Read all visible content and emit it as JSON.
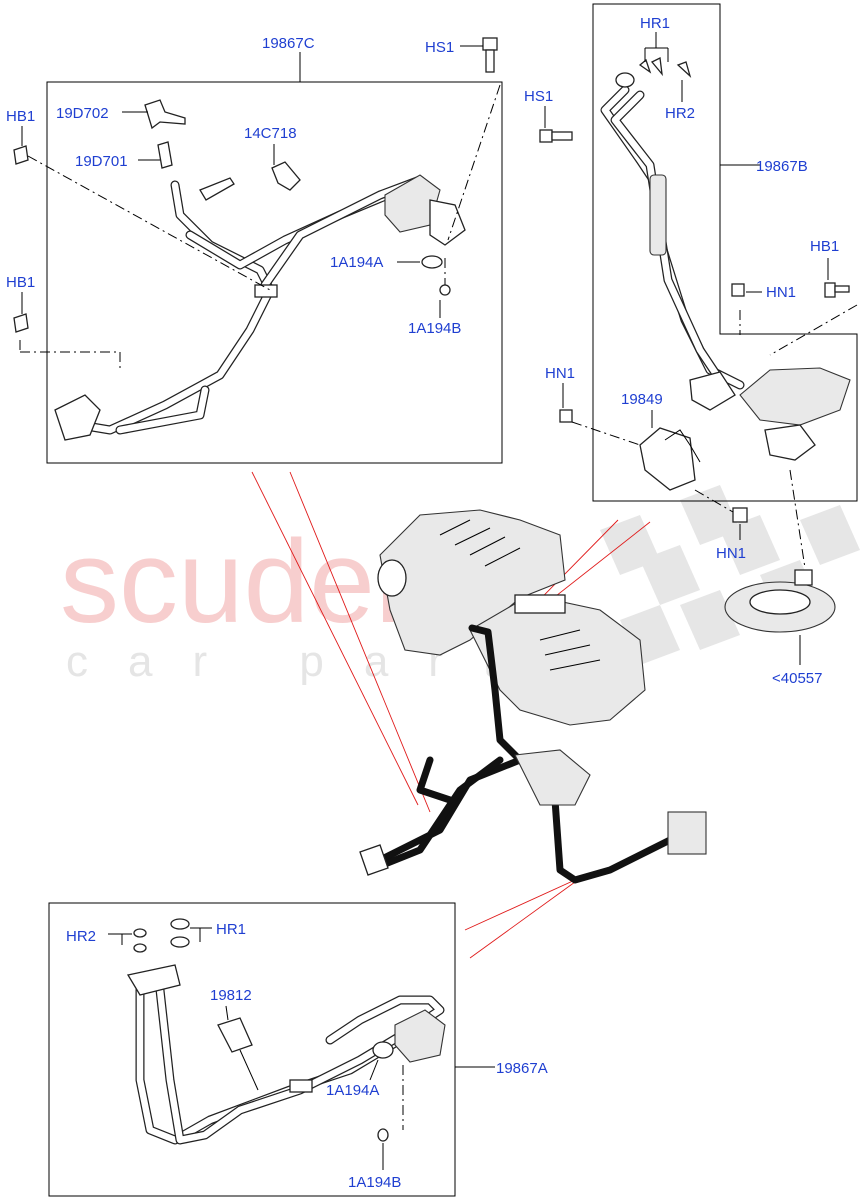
{
  "watermark": {
    "brand": "scuderia",
    "tagline": "car parts"
  },
  "callouts": {
    "c19867C": "19867C",
    "hs1_top": "HS1",
    "hb1_a": "HB1",
    "c19D702": "19D702",
    "c19D701": "19D701",
    "c14C718": "14C718",
    "hb1_b": "HB1",
    "c1A194A_top": "1A194A",
    "c1A194B_top": "1A194B",
    "hr1_top": "HR1",
    "hs1_right": "HS1",
    "hr2_top": "HR2",
    "c19867B": "19867B",
    "hb1_right": "HB1",
    "hn1_a": "HN1",
    "hn1_b": "HN1",
    "c19849": "19849",
    "hn1_c": "HN1",
    "c40557": "<40557",
    "hr2_bottom": "HR2",
    "hr1_bottom": "HR1",
    "c19812": "19812",
    "c19867A": "19867A",
    "c1A194A_bottom": "1A194A",
    "c1A194B_bottom": "1A194B"
  },
  "colors": {
    "callout_text": "#1f3fd1",
    "leader_red": "#e01a1a",
    "watermark_red": "#f6c6c6",
    "watermark_grey": "#e5e5e5"
  }
}
